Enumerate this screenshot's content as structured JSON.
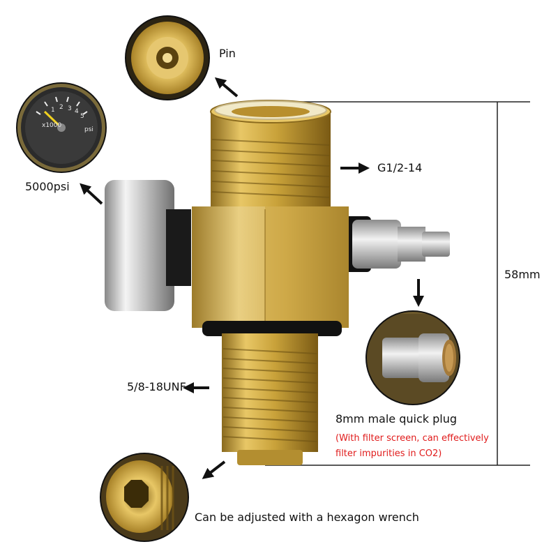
{
  "labels": {
    "pin": "Pin",
    "gauge": "5000psi",
    "thread_top": "G1/2-14",
    "dimension": "58mm",
    "thread_bottom": "5/8-18UNF",
    "quick_plug": "8mm male quick plug",
    "filter_note_1": "(With filter screen, can effectively",
    "filter_note_2": "filter impurities in  CO2)",
    "hex_wrench": "Can be adjusted with a hexagon wrench"
  },
  "gauge": {
    "unit_multiplier": "x1000",
    "unit": "psi",
    "ticks": [
      "1",
      "2",
      "3",
      "4",
      "5"
    ]
  },
  "colors": {
    "brass": "#c9a23a",
    "chrome": "#c8c8c8",
    "note_red": "#e01b1b"
  }
}
